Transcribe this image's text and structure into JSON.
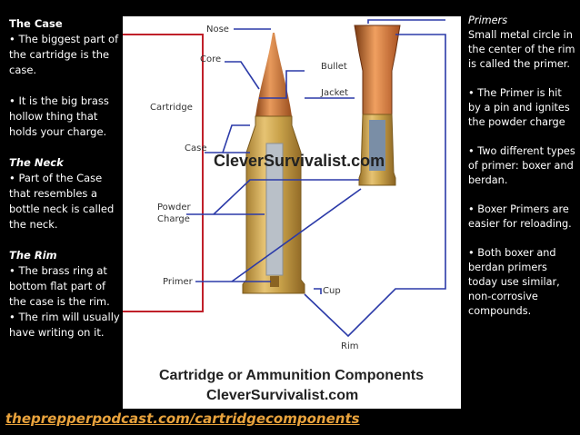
{
  "left_panel": {
    "case_title": "The Case",
    "case_bullet1": "• The biggest part of the cartridge is the case.",
    "case_bullet2": "• It is the big brass hollow thing that holds your charge.",
    "neck_title": "The Neck",
    "neck_bullet": "• Part of the Case that resembles a bottle neck is called the neck.",
    "rim_title": "The Rim",
    "rim_bullet1": "• The brass ring at bottom flat part of the case is the rim.",
    "rim_bullet2": "• The rim will usually have writing on it."
  },
  "right_panel": {
    "primers_title": "Primers",
    "primers_text": "Small metal circle in the center of the rim  is called the primer.",
    "bullet1": "• The Primer is hit by a pin and ignites the powder charge",
    "bullet2": "• Two different types of primer: boxer and berdan.",
    "bullet3": "• Boxer Primers are easier for reloading.",
    "bullet4": "• Both boxer and berdan primers today use similar, non-corrosive compounds."
  },
  "diagram": {
    "labels": {
      "nose": "Nose",
      "core": "Core",
      "bullet": "Bullet",
      "jacket": "Jacket",
      "cartridge": "Cartridge",
      "case": "Case",
      "powder_charge_1": "Powder",
      "powder_charge_2": "Charge",
      "primer": "Primer",
      "cup": "Cup",
      "rim": "Rim"
    },
    "watermark": "CleverSurvivalist.com",
    "caption_title": "Cartridge or Ammunition Components",
    "caption_site": "CleverSurvivalist.com",
    "colors": {
      "brass": "#c9a24a",
      "copper": "#c8703a",
      "pointer_line": "#2b3aa8",
      "bracket_red": "#c0202a"
    }
  },
  "footer": {
    "link_text": "theprepperpodcast.com/cartridgecomponents",
    "link_color": "#e8a23c"
  }
}
